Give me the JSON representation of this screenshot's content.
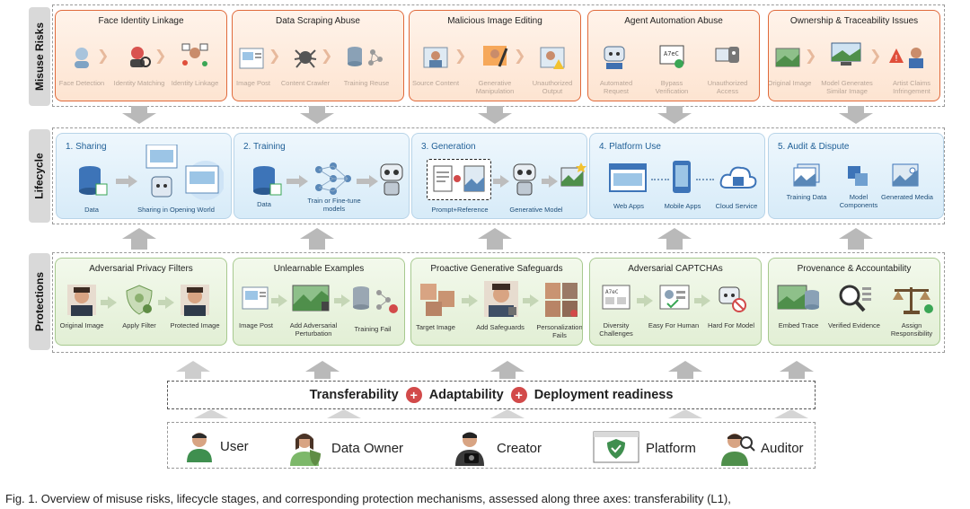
{
  "rows": {
    "misuse": "Misuse Risks",
    "lifecycle": "Lifecycle",
    "protections": "Protections"
  },
  "risks": [
    {
      "title": "Face Identity Linkage",
      "steps": [
        "Face Detection",
        "Identity Matching",
        "Identity Linkage"
      ]
    },
    {
      "title": "Data Scraping Abuse",
      "steps": [
        "Image Post",
        "Content Crawler",
        "Training Reuse"
      ]
    },
    {
      "title": "Malicious Image Editing",
      "steps": [
        "Source Content",
        "Generative Manipulation",
        "Unauthorized Output"
      ]
    },
    {
      "title": "Agent Automation Abuse",
      "steps": [
        "Automated Request",
        "Bypass Verification",
        "Unauthorized Access"
      ]
    },
    {
      "title": "Ownership & Traceability Issues",
      "steps": [
        "Original Image",
        "Model Generates Similar Image",
        "Artist Claims Infringement"
      ]
    }
  ],
  "lifecycle": [
    {
      "title": "1. Sharing",
      "steps": [
        "Data",
        "Sharing in Opening World"
      ]
    },
    {
      "title": "2. Training",
      "steps": [
        "Data",
        "Train or Fine-tune models"
      ]
    },
    {
      "title": "3. Generation",
      "steps": [
        "Prompt+Reference",
        "Generative Model"
      ]
    },
    {
      "title": "4. Platform Use",
      "steps": [
        "Web Apps",
        "Mobile Apps",
        "Cloud Service"
      ]
    },
    {
      "title": "5. Audit & Dispute",
      "steps": [
        "Training Data",
        "Model Components",
        "Generated Media"
      ]
    }
  ],
  "protections": [
    {
      "title": "Adversarial Privacy Filters",
      "steps": [
        "Original Image",
        "Apply Filter",
        "Protected Image"
      ]
    },
    {
      "title": "Unlearnable Examples",
      "steps": [
        "Image Post",
        "Add Adversarial Perturbation",
        "Training Fail"
      ]
    },
    {
      "title": "Proactive Generative Safeguards",
      "steps": [
        "Target Image",
        "Add Safeguards",
        "Personalization Fails"
      ]
    },
    {
      "title": "Adversarial CAPTCHAs",
      "steps": [
        "Diversity Challenges",
        "Easy For Human",
        "Hard For Model"
      ]
    },
    {
      "title": "Provenance & Accountability",
      "steps": [
        "Embed Trace",
        "Verified Evidence",
        "Assign Responsibility"
      ]
    }
  ],
  "axes": [
    "Transferability",
    "Adaptability",
    "Deployment readiness"
  ],
  "actors": [
    "User",
    "Data Owner",
    "Creator",
    "Platform",
    "Auditor"
  ],
  "caption": "Fig. 1. Overview of misuse risks, lifecycle stages, and corresponding protection mechanisms, assessed along three axes: transferability (L1),",
  "colors": {
    "risk_border": "#e06a3b",
    "risk_fill": "#fde4d1",
    "lifecycle_fill": "#d7ebf8",
    "protection_fill": "#e2efd5",
    "plus_badge": "#d24a4a",
    "arrow_grey": "#b9b9b9"
  }
}
